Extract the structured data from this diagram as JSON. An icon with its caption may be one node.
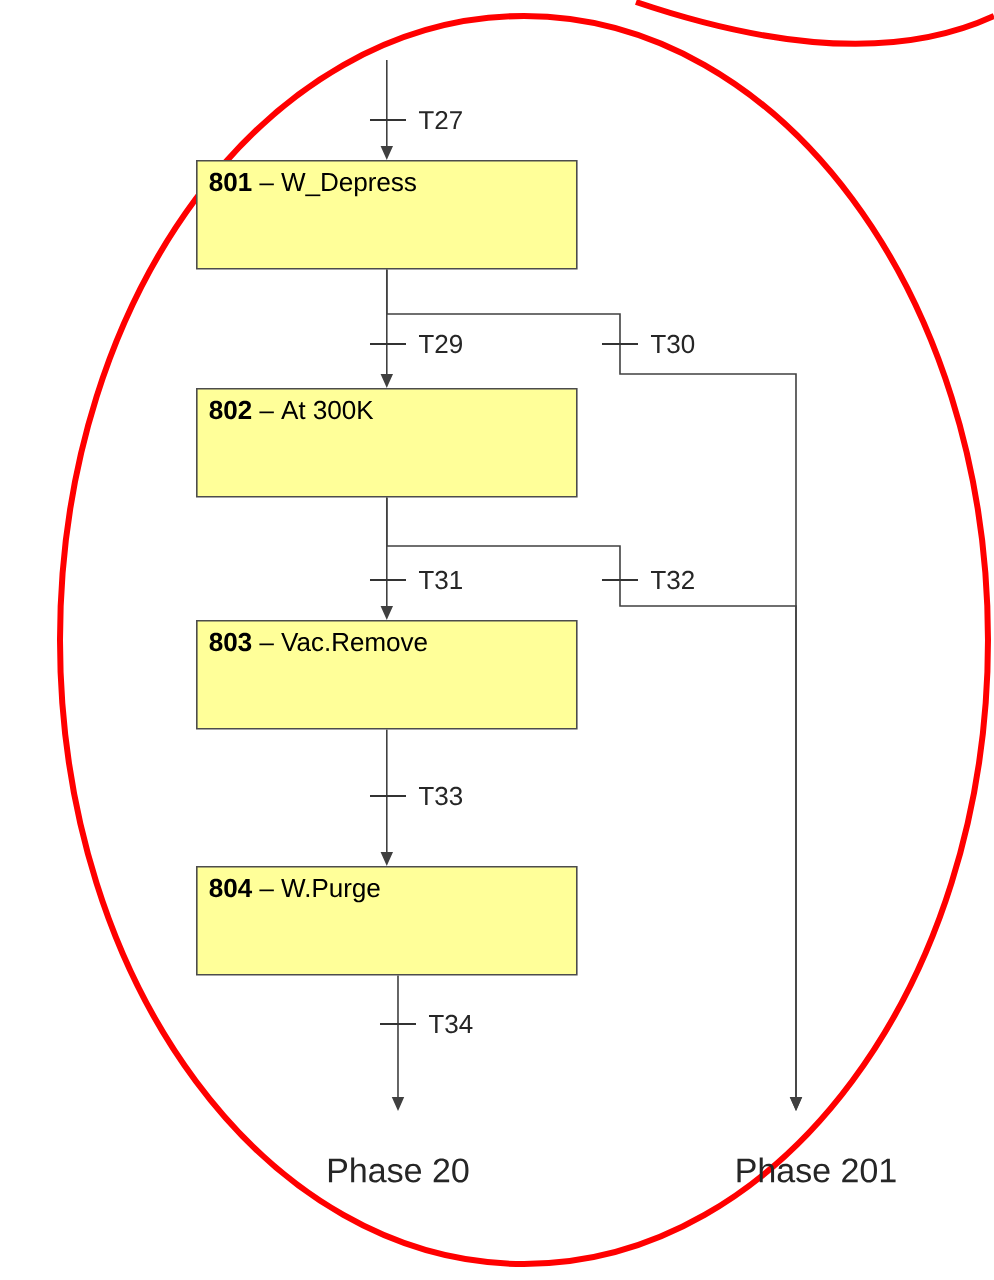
{
  "diagram": {
    "nodes": [
      {
        "text": [
          "**801** – W_Depress"
        ]
      },
      {
        "text": [
          "**802** – At 300K"
        ]
      },
      {
        "text": [
          "**803** – Vac.Remove"
        ]
      },
      {
        "text": [
          "**804** – W.Purge"
        ]
      },
      {
        "text": [
          "Phase 20"
        ]
      },
      {
        "text": [
          "Phase 201"
        ]
      }
    ],
    "edges": [
      {
        "from": null,
        "to": 0,
        "arrow": "to",
        "label": "T27"
      },
      {
        "from": 0,
        "to": 1,
        "arrow": "to",
        "label": "T29"
      },
      {
        "from": 0,
        "to": 5,
        "arrow": "to",
        "label": "T30"
      },
      {
        "from": 1,
        "to": 2,
        "arrow": "to",
        "label": "T31"
      },
      {
        "from": 1,
        "to": 5,
        "arrow": "to",
        "label": "T32"
      },
      {
        "from": 2,
        "to": 3,
        "arrow": "to",
        "label": "T33"
      },
      {
        "from": 3,
        "to": 4,
        "arrow": "to",
        "label": "T34"
      }
    ]
  }
}
